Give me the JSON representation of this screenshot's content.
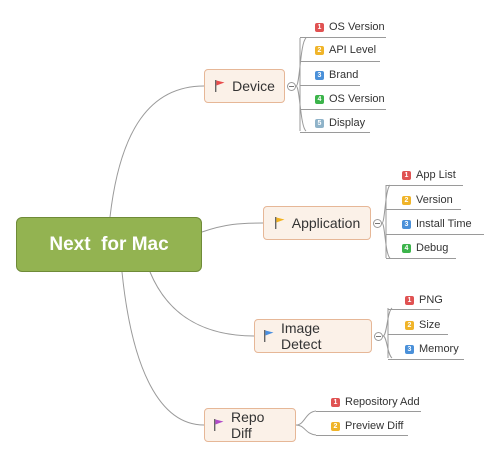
{
  "root": {
    "label": "Next  for Mac"
  },
  "branches": [
    {
      "label": "Device",
      "flag_color": "#e84b4b",
      "items": [
        {
          "num": "1",
          "label": "OS Version",
          "color": "#e05252"
        },
        {
          "num": "2",
          "label": "API Level",
          "color": "#f0b429"
        },
        {
          "num": "3",
          "label": "Brand",
          "color": "#4a90d9"
        },
        {
          "num": "4",
          "label": "OS Version",
          "color": "#3cb44b"
        },
        {
          "num": "5",
          "label": "Display",
          "color": "#8fb3c9"
        }
      ]
    },
    {
      "label": "Application",
      "flag_color": "#f2b21f",
      "items": [
        {
          "num": "1",
          "label": "App List",
          "color": "#e05252"
        },
        {
          "num": "2",
          "label": "Version",
          "color": "#f0b429"
        },
        {
          "num": "3",
          "label": "Install Time",
          "color": "#4a90d9"
        },
        {
          "num": "4",
          "label": "Debug",
          "color": "#3cb44b"
        }
      ]
    },
    {
      "label": "Image Detect",
      "flag_color": "#4a8fe0",
      "items": [
        {
          "num": "1",
          "label": "PNG",
          "color": "#e05252"
        },
        {
          "num": "2",
          "label": "Size",
          "color": "#f0b429"
        },
        {
          "num": "3",
          "label": "Memory",
          "color": "#4a90d9"
        }
      ]
    },
    {
      "label": "Repo Diff",
      "flag_color": "#b04ac9",
      "items": [
        {
          "num": "1",
          "label": "Repository Add",
          "color": "#e05252"
        },
        {
          "num": "2",
          "label": "Preview Diff",
          "color": "#f0b429"
        }
      ]
    }
  ]
}
